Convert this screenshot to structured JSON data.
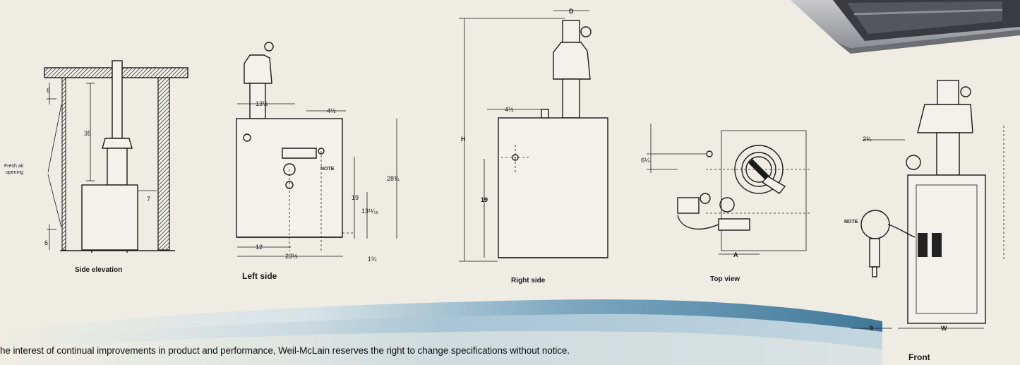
{
  "views": {
    "side_elevation": {
      "caption": "Side elevation",
      "dims": {
        "top": "6",
        "height": "35",
        "side": "7",
        "bottom": "6"
      },
      "fresh_air_label_1": "Fresh air",
      "fresh_air_label_2": "opening"
    },
    "left_side": {
      "caption": "Left side",
      "dims": {
        "top_left": "13½",
        "top_right": "4½",
        "h_total": "28¾",
        "h_19": "19",
        "h_13": "13¹¹⁄₁₆",
        "w_12": "12",
        "w_23": "23½",
        "base": "1¾"
      },
      "note": "NOTE"
    },
    "right_side": {
      "caption": "Right side",
      "dims": {
        "D": "D",
        "H": "H",
        "h_19": "19",
        "offset": "4½"
      }
    },
    "top_view": {
      "caption": "Top view",
      "dims": {
        "offset": "6¼",
        "A": "A"
      }
    },
    "front": {
      "caption": "Front",
      "dims": {
        "offset": "2¾",
        "left": "9",
        "W": "W"
      },
      "note": "NOTE"
    }
  },
  "footer_text": "he interest of continual improvements in product and performance, Weil-McLain reserves the right to change specifications without notice.",
  "colors": {
    "background": "#eeece3",
    "ink": "#1a1a1a",
    "wave_dark": "#2f6f95",
    "wave_light": "#bfd6e3"
  }
}
